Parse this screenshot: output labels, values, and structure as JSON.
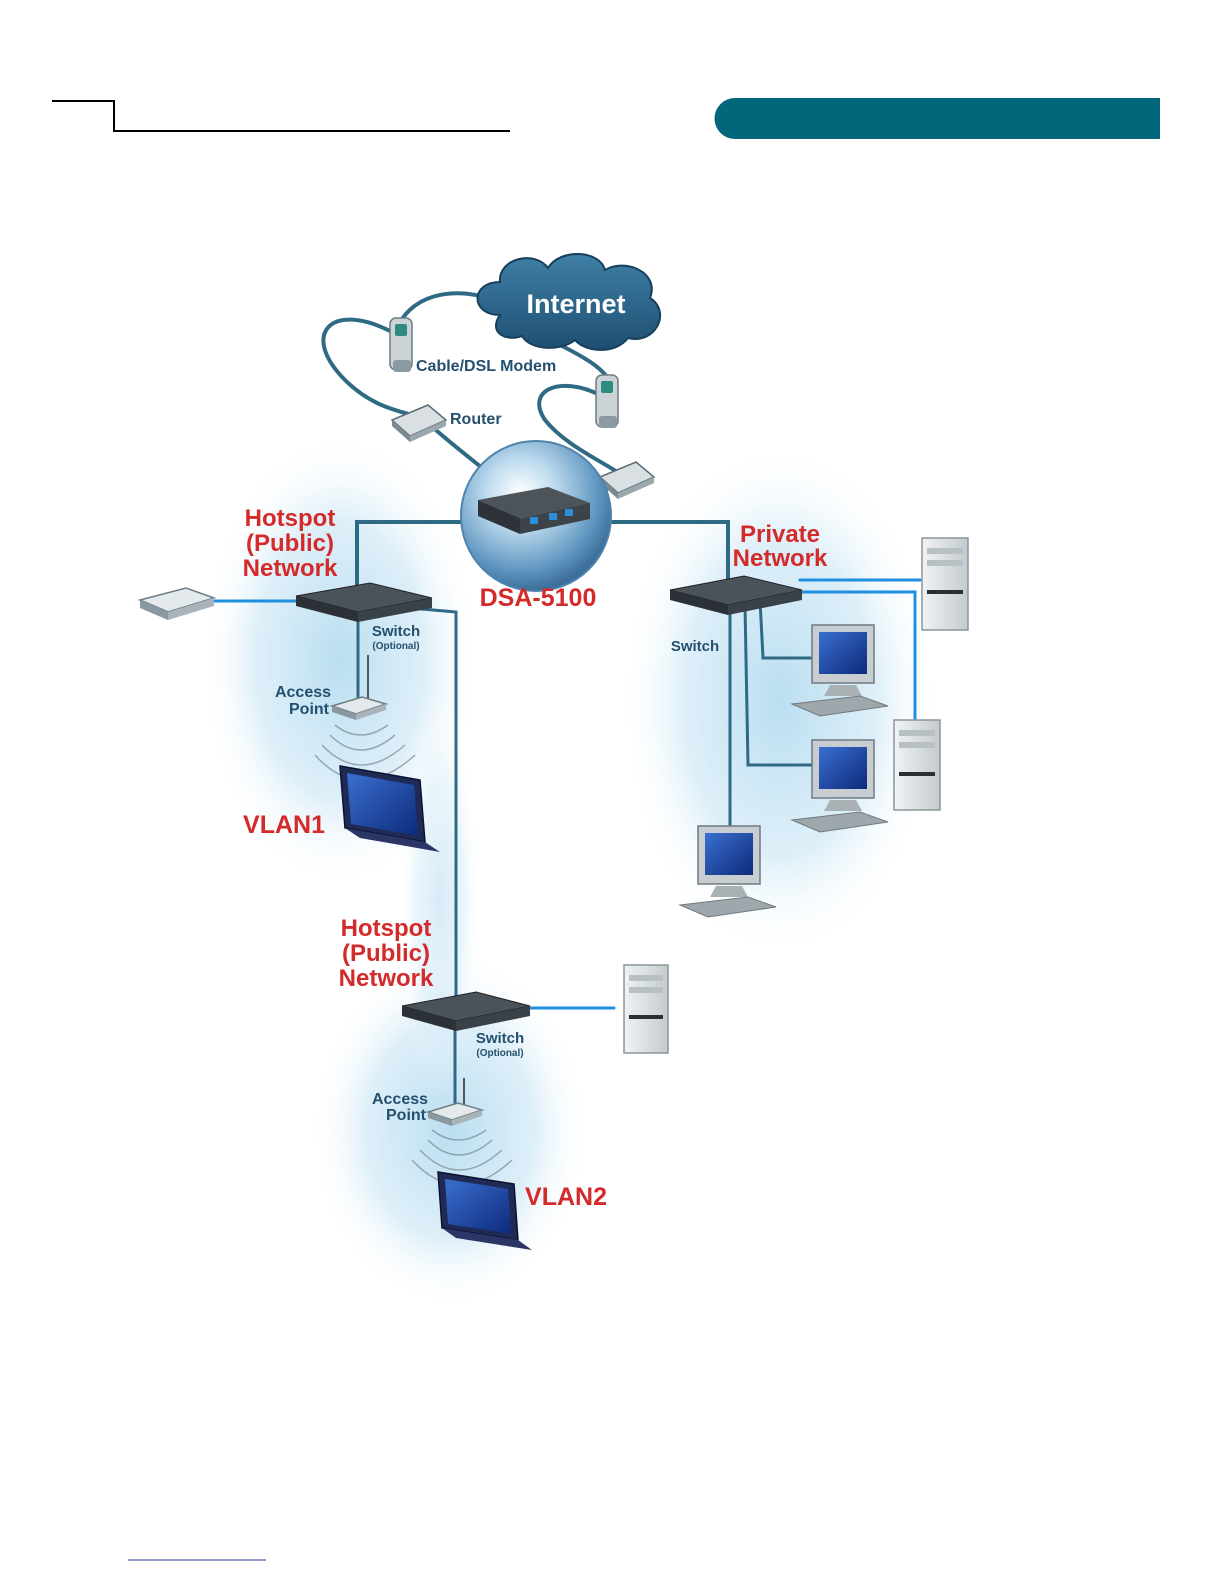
{
  "colors": {
    "header_bar": "#00687a",
    "label_red": "#d42a2a",
    "label_blue": "#24506e",
    "cable_dark": "#2f6a85",
    "cable_light": "#1f8fe0",
    "glow": "#b6dcf0"
  },
  "diagram": {
    "internet_label": "Internet",
    "modem_label": "Cable/DSL Modem",
    "router_label": "Router",
    "gateway_label": "DSA-5100",
    "hotspot_top": [
      "Hotspot",
      "(Public)",
      "Network"
    ],
    "hotspot_bottom": [
      "Hotspot",
      "(Public)",
      "Network"
    ],
    "private_network": [
      "Private",
      "Network"
    ],
    "switch_label": "Switch",
    "switch_optional": "(Optional)",
    "access_point": [
      "Access",
      "Point"
    ],
    "vlan1": "VLAN1",
    "vlan2": "VLAN2",
    "icons": [
      "cloud-icon",
      "modem-icon",
      "router-icon",
      "gateway-icon",
      "switch-icon",
      "access-point-icon",
      "laptop-icon",
      "desktop-monitor-icon",
      "tower-pc-icon"
    ]
  }
}
